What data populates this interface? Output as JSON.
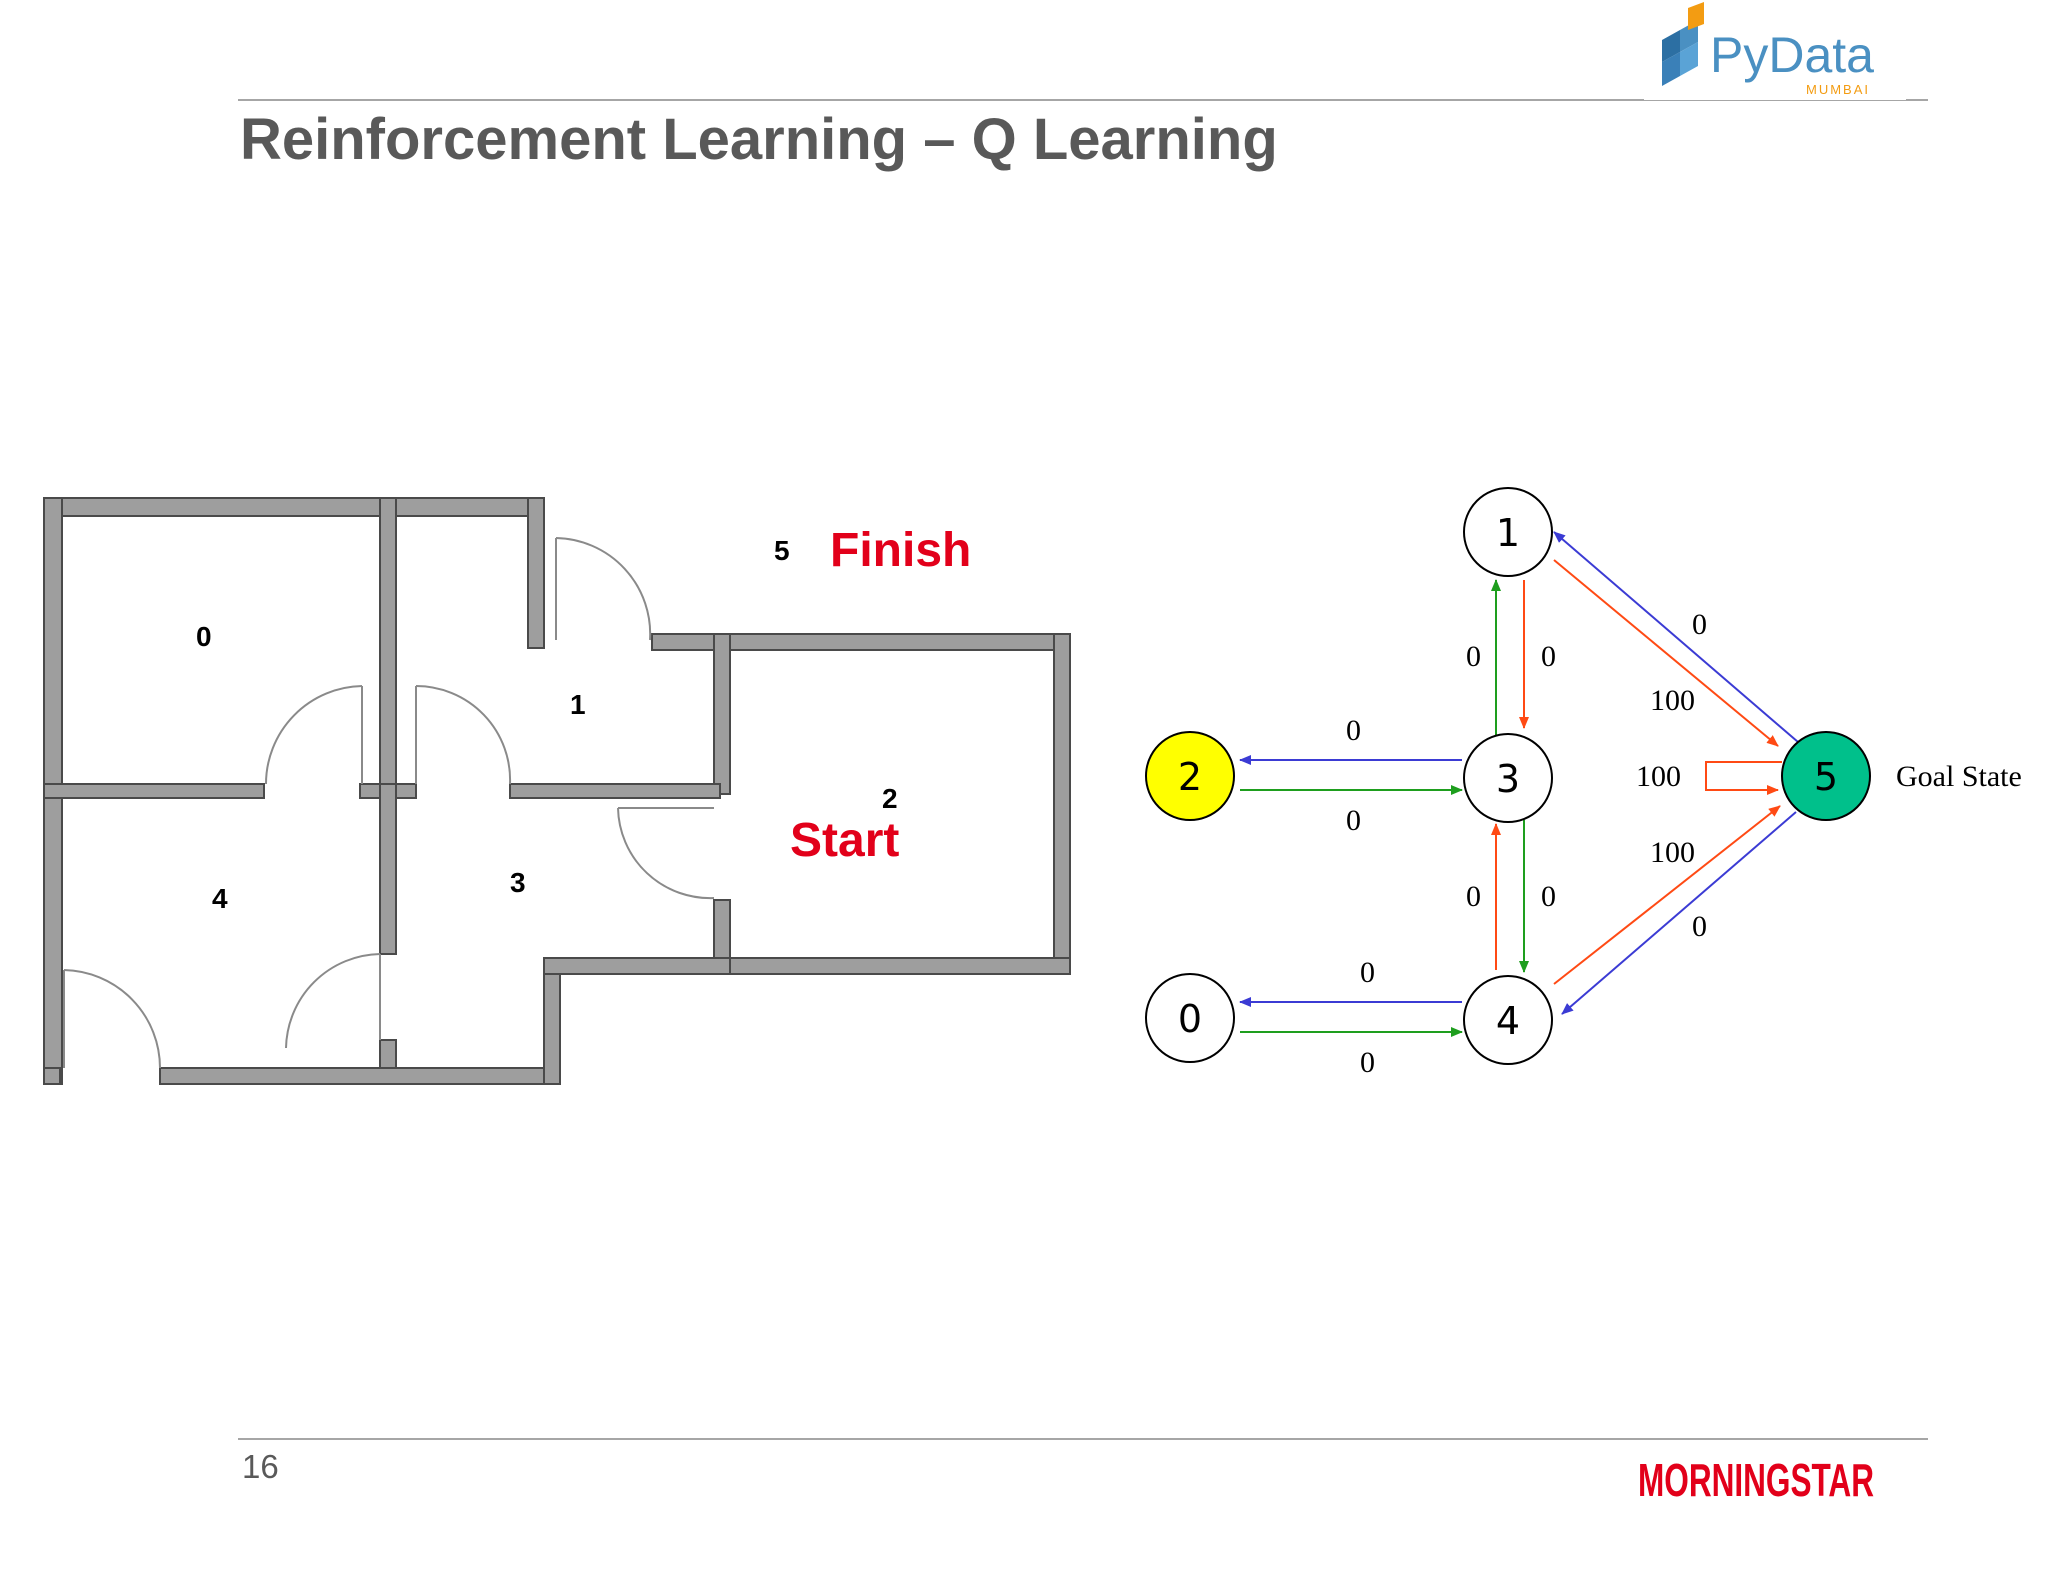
{
  "slide": {
    "title": "Reinforcement Learning – Q Learning",
    "page_number": "16"
  },
  "logos": {
    "pydata_text": "PyData",
    "pydata_sub": "MUMBAI",
    "morningstar_text": "MORNINGSTAR",
    "brand_red": "#e2001a",
    "pydata_blue": "#4a90c2",
    "pydata_orange": "#f39c12"
  },
  "floorplan": {
    "rooms": [
      {
        "id": "room-0",
        "label": "0"
      },
      {
        "id": "room-1",
        "label": "1"
      },
      {
        "id": "room-2",
        "label": "2"
      },
      {
        "id": "room-3",
        "label": "3"
      },
      {
        "id": "room-4",
        "label": "4"
      },
      {
        "id": "room-5",
        "label": "5"
      }
    ],
    "finish_label": "Finish",
    "start_label": "Start"
  },
  "graph": {
    "nodes": [
      {
        "id": "0",
        "label": "0",
        "color": "#ffffff"
      },
      {
        "id": "1",
        "label": "1",
        "color": "#ffffff"
      },
      {
        "id": "2",
        "label": "2",
        "color": "#ffff00"
      },
      {
        "id": "3",
        "label": "3",
        "color": "#ffffff"
      },
      {
        "id": "4",
        "label": "4",
        "color": "#ffffff"
      },
      {
        "id": "5",
        "label": "5",
        "color": "#00c08b"
      }
    ],
    "goal_state_label": "Goal State",
    "edges": [
      {
        "from": "3",
        "to": "1",
        "reward": "0"
      },
      {
        "from": "1",
        "to": "3",
        "reward": "0"
      },
      {
        "from": "5",
        "to": "1",
        "reward": "0"
      },
      {
        "from": "1",
        "to": "5",
        "reward": "100"
      },
      {
        "from": "3",
        "to": "2",
        "reward": "0"
      },
      {
        "from": "2",
        "to": "3",
        "reward": "0"
      },
      {
        "from": "5",
        "to": "5",
        "reward": "100"
      },
      {
        "from": "4",
        "to": "3",
        "reward": "0"
      },
      {
        "from": "3",
        "to": "4",
        "reward": "0"
      },
      {
        "from": "4",
        "to": "5",
        "reward": "100"
      },
      {
        "from": "5",
        "to": "4",
        "reward": "0"
      },
      {
        "from": "4",
        "to": "0",
        "reward": "0"
      },
      {
        "from": "0",
        "to": "4",
        "reward": "0"
      }
    ],
    "edge_colors": {
      "blue": "#3b3bd4",
      "green": "#1e9e1e",
      "red": "#ff4a14"
    }
  }
}
